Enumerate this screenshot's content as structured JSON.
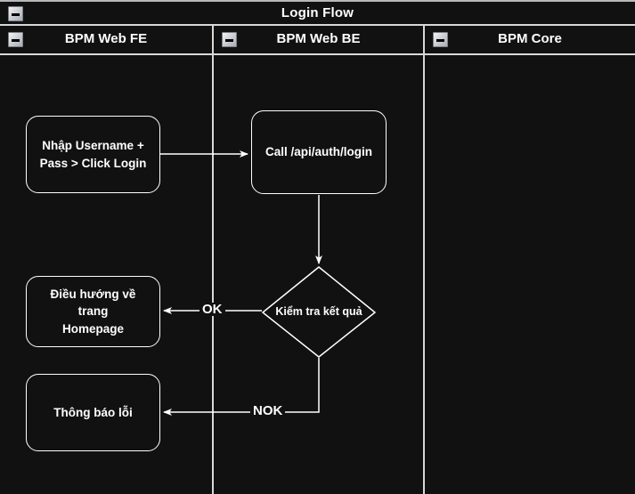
{
  "diagram": {
    "title": "Login Flow",
    "collapse_icon": "minus-box-icon",
    "background_color": "#111111",
    "line_color": "#ffffff",
    "divider_color": "#d8d8d8"
  },
  "lanes": [
    {
      "id": "fe",
      "label": "BPM Web FE",
      "collapse_icon": "minus-box-icon"
    },
    {
      "id": "be",
      "label": "BPM Web BE",
      "collapse_icon": "minus-box-icon"
    },
    {
      "id": "core",
      "label": "BPM Core",
      "collapse_icon": "minus-box-icon"
    }
  ],
  "nodes": [
    {
      "id": "input-credentials",
      "lane": "fe",
      "shape": "rounded-rect",
      "text": "Nhập Username +\nPass > Click Login"
    },
    {
      "id": "call-login-api",
      "lane": "be",
      "shape": "rounded-rect",
      "text": "Call /api/auth/login"
    },
    {
      "id": "check-result",
      "lane": "be",
      "shape": "diamond",
      "text": "Kiểm tra kết quả"
    },
    {
      "id": "go-homepage",
      "lane": "fe",
      "shape": "rounded-rect",
      "text": "Điều hướng về trang\nHomepage"
    },
    {
      "id": "show-error",
      "lane": "fe",
      "shape": "rounded-rect",
      "text": "Thông báo lỗi"
    }
  ],
  "edges": [
    {
      "id": "e1",
      "from": "input-credentials",
      "to": "call-login-api",
      "label": ""
    },
    {
      "id": "e2",
      "from": "call-login-api",
      "to": "check-result",
      "label": ""
    },
    {
      "id": "e3",
      "from": "check-result",
      "to": "go-homepage",
      "label": "OK"
    },
    {
      "id": "e4",
      "from": "check-result",
      "to": "show-error",
      "label": "NOK"
    }
  ],
  "node_text": {
    "input_line1": "Nhập Username +",
    "input_line2": "Pass > Click Login",
    "call_api": "Call /api/auth/login",
    "check_result": "Kiểm tra kết quả",
    "homepage_line1": "Điều hướng về trang",
    "homepage_line2": "Homepage",
    "error": "Thông báo lỗi"
  },
  "edge_labels": {
    "ok": "OK",
    "nok": "NOK"
  }
}
